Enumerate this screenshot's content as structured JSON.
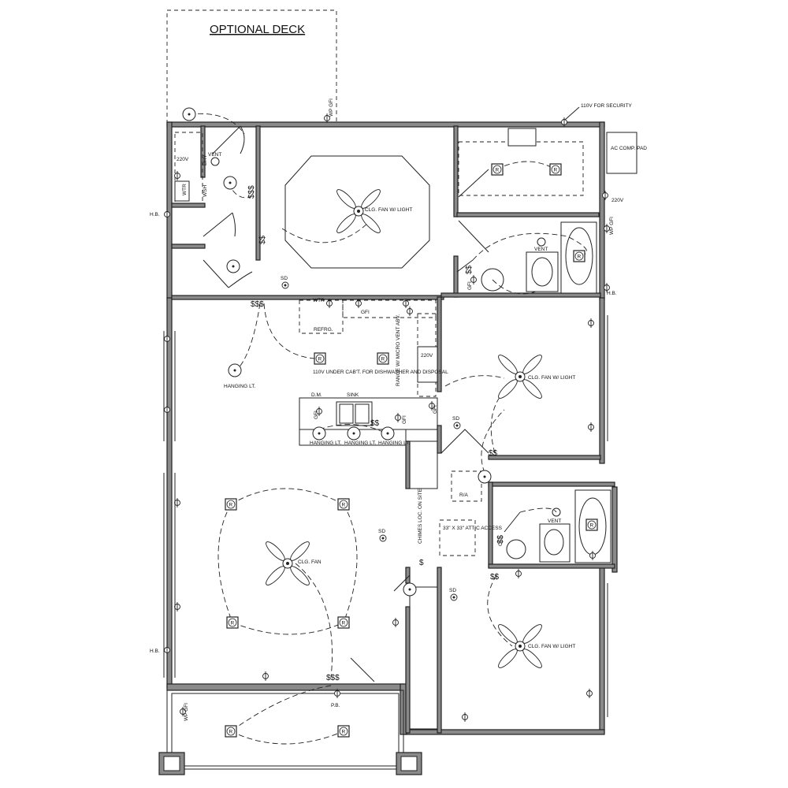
{
  "labels": {
    "optional_deck": "OPTIONAL DECK",
    "wp_gfi": "WP GFI",
    "v110_security": "110V FOR SECURITY",
    "ac_comp_pad": "AC COMP. PAD",
    "v220": "220V",
    "vent": "VENT",
    "dry": "DRY",
    "wsh": "WSH",
    "wtr": "WTR",
    "hb": "H.B.",
    "clg_fan_w_light": "CLG. FAN W/ LIGHT",
    "clg_fan": "CLG. FAN",
    "sd": "SD",
    "gfi": "GFI",
    "refrg": "REFRG.",
    "range": "RANGE W/ MICRO VENT ABV.",
    "under_cab": "110V UNDER CAB'T. FOR DISHWASHER AND DISPOSAL",
    "hanging_lt": "HANGING LT.",
    "dm": "D.M.",
    "sink": "SINK",
    "ra": "R/A",
    "attic": "33\" X 33\" ATTIC ACCESS",
    "chimes": "CHIMES LOC. ON SITE",
    "pb": "P.B.",
    "switch_triple": "$$$",
    "switch_double": "$$",
    "switch_single": "$",
    "recessed": "R"
  }
}
